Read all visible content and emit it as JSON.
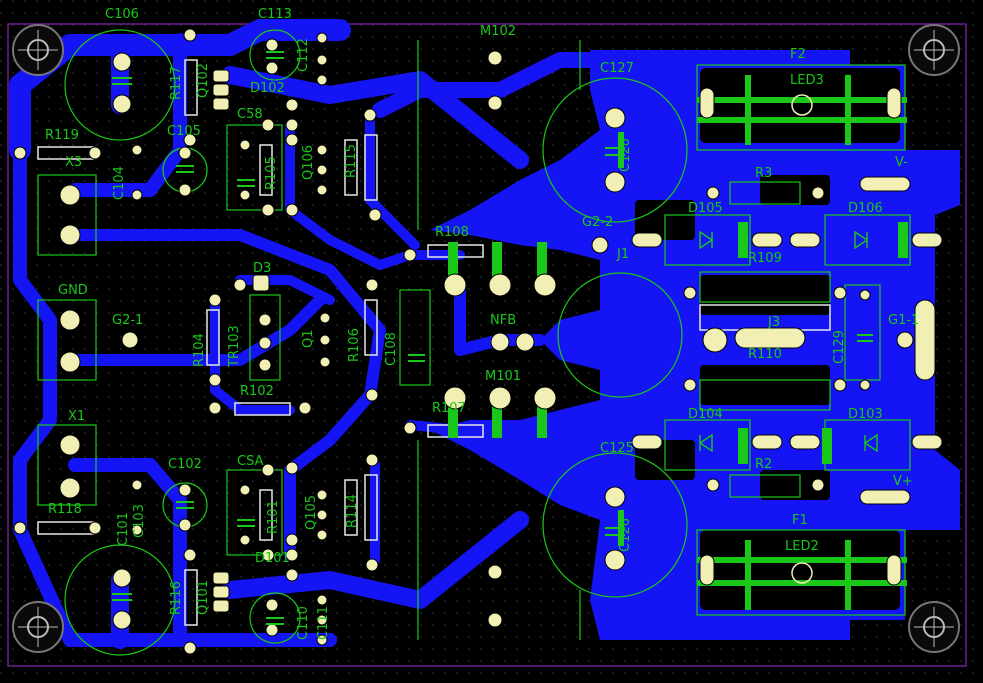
{
  "colors": {
    "background": "#000000",
    "copper": "#1414f5",
    "silkscreen": "#19c819",
    "pad": "#f2efb4",
    "outline": "#6a1f8e",
    "hole": "#000000"
  },
  "labels": [
    "C106",
    "C113",
    "M102",
    "C127",
    "F2",
    "LED3",
    "R117",
    "Q102",
    "D102",
    "C112",
    "C58",
    "R119",
    "C105",
    "X3",
    "C104",
    "R105",
    "Q106",
    "R115",
    "C128",
    "R3",
    "V-",
    "G2-2",
    "D105",
    "D106",
    "R108",
    "R109",
    "J1",
    "GND",
    "G2-1",
    "D3",
    "R104",
    "TR103",
    "Q1",
    "R106",
    "C108",
    "NFB",
    "J3",
    "C129",
    "G1-1",
    "R110",
    "M101",
    "R102",
    "R107",
    "D104",
    "D103",
    "X1",
    "C102",
    "CSA",
    "C125",
    "R2",
    "V+",
    "R118",
    "C101",
    "C103",
    "R101",
    "Q105",
    "R114",
    "C126",
    "F1",
    "LED2",
    "R116",
    "Q101",
    "D101",
    "C110",
    "C111"
  ]
}
